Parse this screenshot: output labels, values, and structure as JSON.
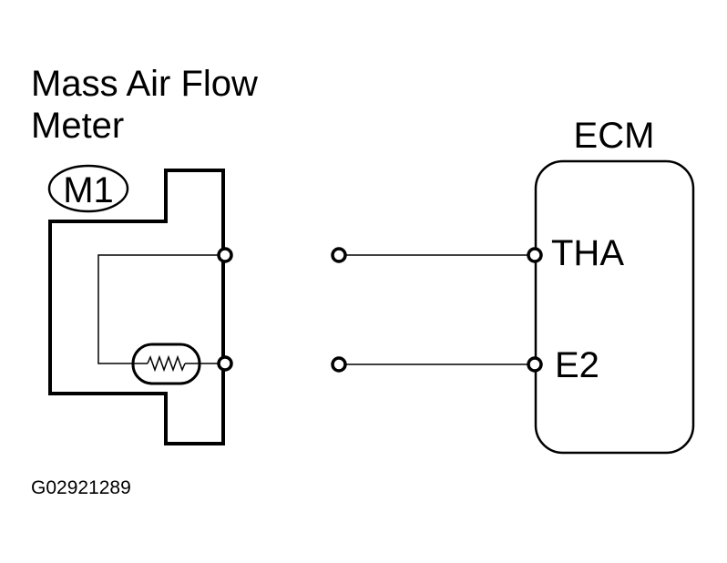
{
  "component": {
    "title_line1": "Mass Air Flow",
    "title_line2": "Meter",
    "connector_id": "M1"
  },
  "ecm": {
    "label": "ECM",
    "pins": [
      "THA",
      "E2"
    ]
  },
  "figure_code": "G02921289"
}
